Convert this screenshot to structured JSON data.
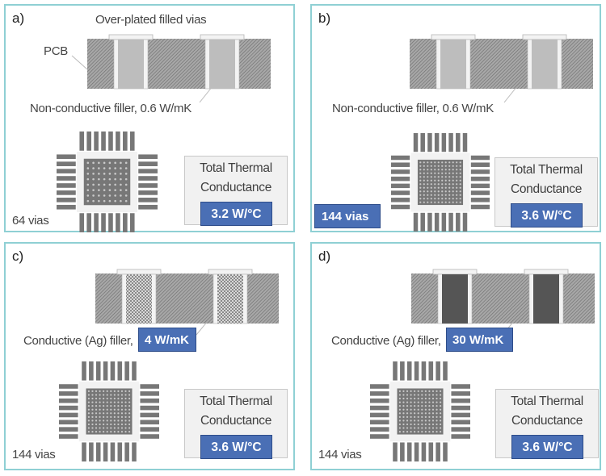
{
  "panels": [
    {
      "id": "a",
      "label": "a)",
      "annotations": {
        "top": "Over-plated filled vias",
        "pcb": "PCB",
        "filler_text": "Non-conductive filler, 0.6 W/mK",
        "filler_value": ""
      },
      "filler_type": "non-conductive",
      "via_count_label": "64 vias",
      "via_grid": 8,
      "via_count_highlighted": false,
      "conductance_title_1": "Total Thermal",
      "conductance_title_2": "Conductance",
      "conductance_value": "3.2 W/°C"
    },
    {
      "id": "b",
      "label": "b)",
      "annotations": {
        "filler_text": "Non-conductive filler, 0.6 W/mK",
        "filler_value": ""
      },
      "filler_type": "non-conductive",
      "via_count_label": "144 vias",
      "via_grid": 12,
      "via_count_highlighted": true,
      "conductance_title_1": "Total Thermal",
      "conductance_title_2": "Conductance",
      "conductance_value": "3.6 W/°C"
    },
    {
      "id": "c",
      "label": "c)",
      "annotations": {
        "filler_text": "Conductive (Ag) filler,",
        "filler_value": "4 W/mK"
      },
      "filler_type": "conductive-4",
      "via_count_label": "144 vias",
      "via_grid": 12,
      "via_count_highlighted": false,
      "conductance_title_1": "Total Thermal",
      "conductance_title_2": "Conductance",
      "conductance_value": "3.6 W/°C"
    },
    {
      "id": "d",
      "label": "d)",
      "annotations": {
        "filler_text": "Conductive (Ag) filler,",
        "filler_value": "30 W/mK"
      },
      "filler_type": "conductive-30",
      "via_count_label": "144 vias",
      "via_grid": 12,
      "via_count_highlighted": false,
      "conductance_title_1": "Total Thermal",
      "conductance_title_2": "Conductance",
      "conductance_value": "3.6 W/°C"
    }
  ],
  "colors": {
    "panel_border": "#8fd0d4",
    "highlight_blue": "#4a6fb5",
    "filler_nonconductive": "#bdbdbd",
    "filler_conductive_30": "#555555",
    "package": "#777777"
  }
}
